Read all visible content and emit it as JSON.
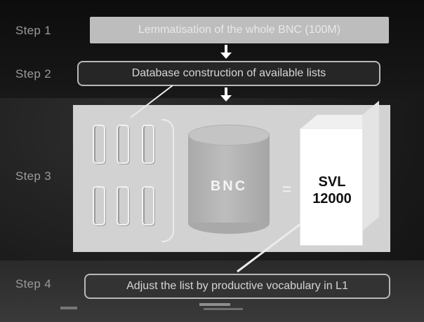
{
  "steps": {
    "step1": {
      "label": "Step 1",
      "text": "Lemmatisation of the whole BNC (100M)"
    },
    "step2": {
      "label": "Step 2",
      "text": "Database construction of available lists"
    },
    "step3": {
      "label": "Step 3",
      "source_label": "BNC",
      "operator": "=",
      "result_line1": "SVL",
      "result_line2": "12000"
    },
    "step4": {
      "label": "Step 4",
      "text": "Adjust the list by productive vocabulary in L1"
    }
  },
  "colors": {
    "background": "#1c1c1c",
    "panel": "#d2d2d2",
    "accent": "#ffffff",
    "step_label": "#9a9a9a"
  },
  "icons": [
    "document-list-icon",
    "database-cylinder-icon",
    "box-icon",
    "arrow-down-icon",
    "logo-mark"
  ]
}
